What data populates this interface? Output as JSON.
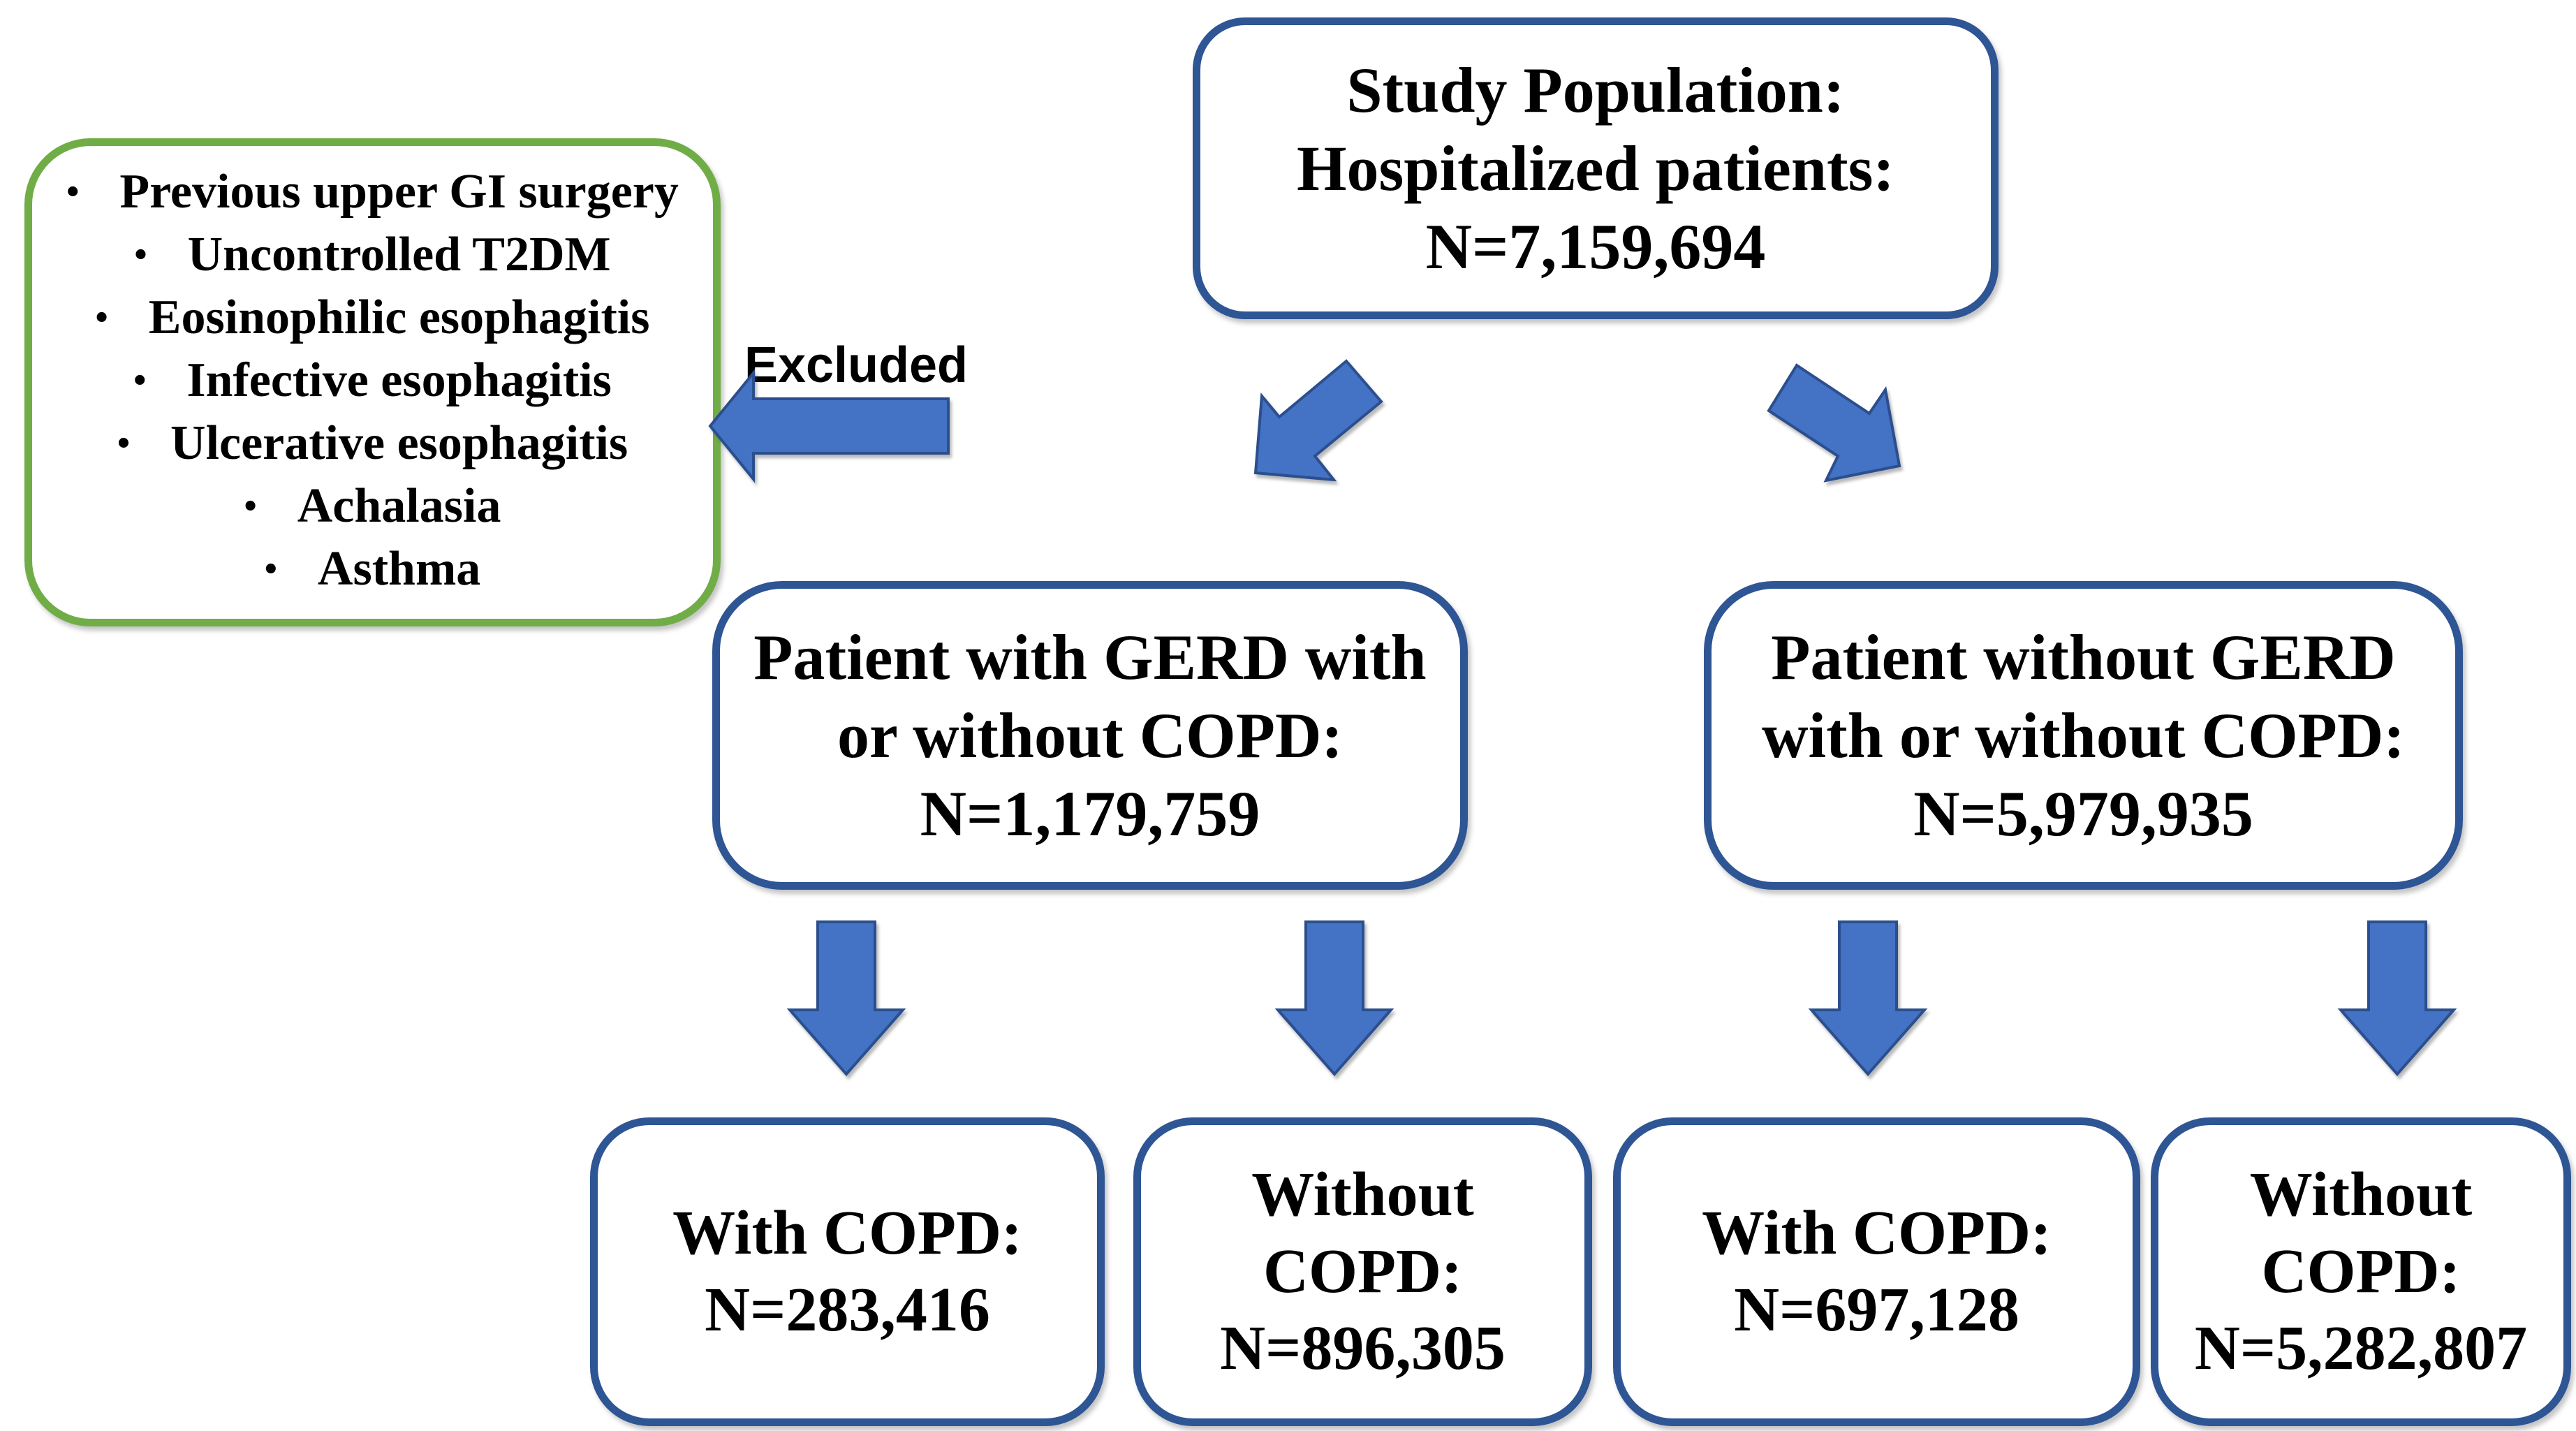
{
  "flowchart": {
    "colors": {
      "box_border_blue": "#2e5594",
      "exclusion_border_green": "#70ad47",
      "arrow_fill": "#4472c4",
      "arrow_stroke": "#2b4f8e",
      "text": "#000000",
      "background": "#ffffff"
    },
    "study_population_box": {
      "lines": [
        "Study Population:",
        "Hospitalized patients:",
        "N=7,159,694"
      ]
    },
    "exclusion_box": {
      "bullet": "•",
      "items": [
        "Previous upper GI surgery",
        "Uncontrolled T2DM",
        "Eosinophilic esophagitis",
        "Infective esophagitis",
        "Ulcerative esophagitis",
        "Achalasia",
        "Asthma"
      ]
    },
    "excluded_label": "Excluded",
    "gerd_box": {
      "lines": [
        "Patient with GERD with",
        "or without COPD:",
        "N=1,179,759"
      ]
    },
    "no_gerd_box": {
      "lines": [
        "Patient without GERD",
        "with or without COPD:",
        "N=5,979,935"
      ]
    },
    "gerd_with_copd_box": {
      "lines": [
        "With COPD:",
        "N=283,416"
      ]
    },
    "gerd_without_copd_box": {
      "lines": [
        "Without",
        "COPD:",
        "N=896,305"
      ]
    },
    "no_gerd_with_copd_box": {
      "lines": [
        "With COPD:",
        "N=697,128"
      ]
    },
    "no_gerd_without_copd_box": {
      "lines": [
        "Without",
        "COPD:",
        "N=5,282,807"
      ]
    }
  }
}
